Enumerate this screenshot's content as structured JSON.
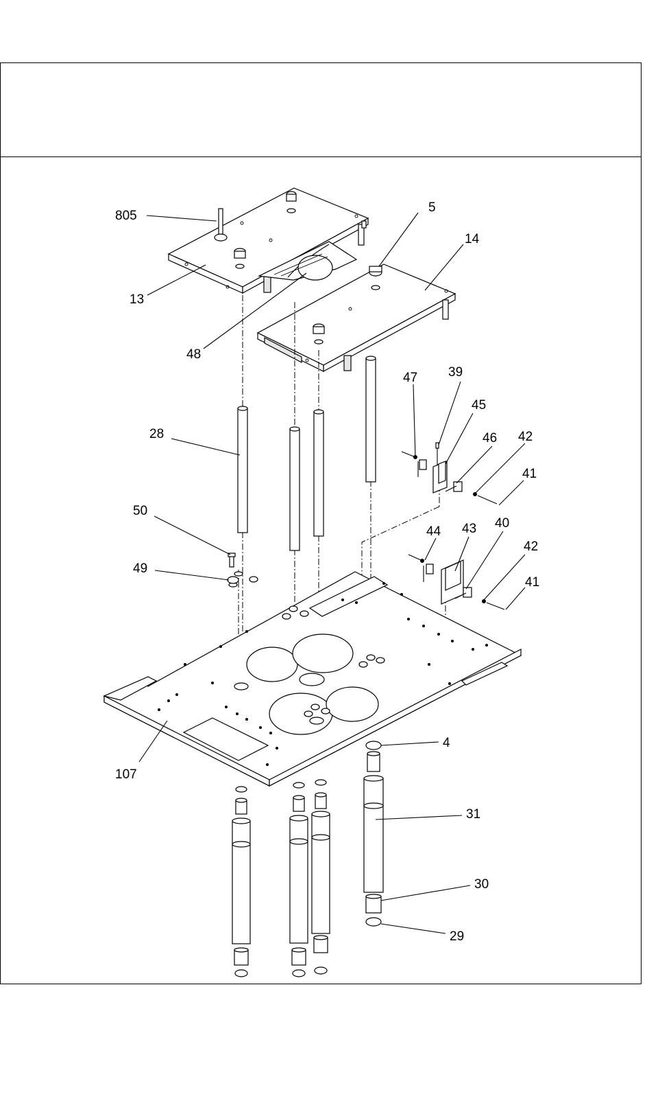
{
  "callouts": {
    "c805": "805",
    "c5": "5",
    "c14": "14",
    "c13": "13",
    "c48": "48",
    "c47": "47",
    "c39": "39",
    "c45": "45",
    "c46": "46",
    "c42a": "42",
    "c41a": "41",
    "c28": "28",
    "c50": "50",
    "c49": "49",
    "c44": "44",
    "c43": "43",
    "c40": "40",
    "c42b": "42",
    "c41b": "41",
    "c4": "4",
    "c107": "107",
    "c31": "31",
    "c30": "30",
    "c29": "29"
  },
  "colors": {
    "line": "#000000",
    "background": "#ffffff",
    "shade": "#e6e6e6"
  }
}
